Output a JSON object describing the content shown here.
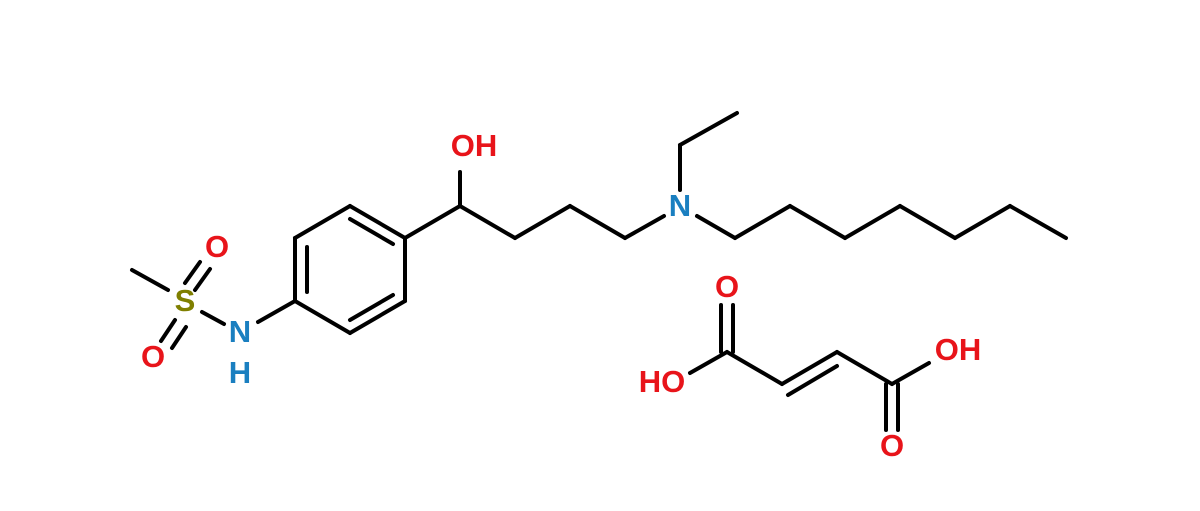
{
  "colors": {
    "bond": "#000000",
    "oxygen": "#e8141a",
    "nitrogen": "#1a7fc0",
    "sulfur": "#7f7f00",
    "background": "#ffffff"
  },
  "molecule_main": {
    "labels": {
      "hydroxyl": "OH",
      "amine_n": "N",
      "sulfonamide_n": "N",
      "sulfonamide_h": "H",
      "sulfur": "S",
      "sulfonyl_o_top": "O",
      "sulfonyl_o_bottom": "O"
    }
  },
  "molecule_fumaric_acid": {
    "labels": {
      "carbonyl_o_left": "O",
      "hydroxyl_left": "HO",
      "carbonyl_o_right": "O",
      "hydroxyl_right": "OH"
    }
  }
}
